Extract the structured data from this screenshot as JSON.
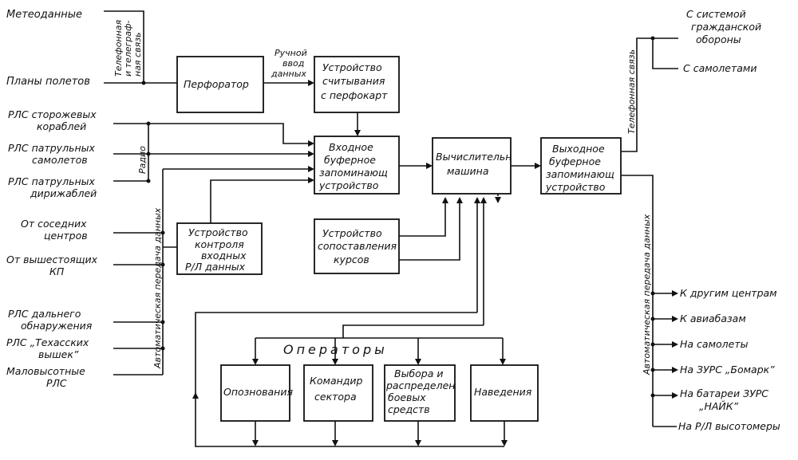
{
  "sources": {
    "meteo": "Метеоданные",
    "flight_plans": "Планы полетов",
    "rls_ships": [
      "РЛС сторожевых",
      "кораблей"
    ],
    "rls_planes": [
      "РЛС патрульных",
      "самолетов"
    ],
    "rls_airships": [
      "РЛС патрульных",
      "дирижаблей"
    ],
    "neighbors": [
      "От соседних",
      "центров"
    ],
    "higher_kp": [
      "От вышестоящих",
      "КП"
    ],
    "rls_long": [
      "РЛС дальнего",
      "обнаружения"
    ],
    "rls_texas": [
      "РЛС „Техасских",
      "вышек”"
    ],
    "rls_low": [
      "Маловысотные",
      "РЛС"
    ]
  },
  "channels": {
    "phone_telegraph": [
      "Телефонная",
      "и телеграф-",
      "ная связь"
    ],
    "radio": "Радио",
    "auto_transfer_in": "Автоматическая передача данных",
    "manual_input": [
      "Ручной",
      "ввод",
      "данных"
    ],
    "phone_out": "Телефонная связь",
    "auto_transfer_out": "Автоматическая передача данных"
  },
  "blocks": {
    "perforator": "Перфоратор",
    "card_reader": [
      "Устройство",
      "считывания",
      "с перфокарт"
    ],
    "input_buffer": [
      "Входное",
      "буферное",
      "запоминающ",
      "устройство"
    ],
    "computer": [
      "Вычислительн",
      "машина"
    ],
    "output_buffer": [
      "Выходное",
      "буферное",
      "запоминающ",
      "устройство"
    ],
    "input_control": [
      "Устройство",
      "контроля",
      "входных",
      "Р/Л данных"
    ],
    "course_compare": [
      "Устройство",
      "сопоставления",
      "курсов"
    ]
  },
  "operators": {
    "title": "Операторы",
    "identification": "Опознования",
    "sector_commander": [
      "Командир",
      "сектора"
    ],
    "weapon_select": [
      "Выбора и",
      "распределен",
      "боевых",
      "средств"
    ],
    "guidance": "Наведения"
  },
  "outputs": {
    "civil_defense": [
      "С системой",
      "гражданской",
      "обороны"
    ],
    "aircraft_phone": "С самолетами",
    "other_centers": "К другим центрам",
    "airbases": "К авиабазам",
    "to_aircraft": "На самолеты",
    "bomarc": "На ЗУРС „Бомарк”",
    "nike": [
      "На батареи ЗУРС",
      "„НАЙК”"
    ],
    "altimeters": "На Р/Л высотомеры"
  }
}
